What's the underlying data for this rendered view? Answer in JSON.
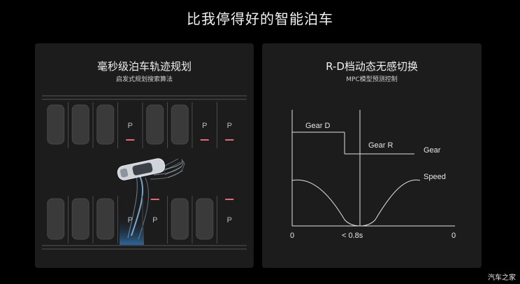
{
  "page": {
    "title": "比我停得好的智能泊车"
  },
  "left_panel": {
    "title": "毫秒级泊车轨迹规划",
    "subtitle": "启发式规划搜索算法",
    "top_row": [
      "car",
      "car",
      "car",
      "P",
      "car",
      "car",
      "P",
      "P"
    ],
    "bottom_row": [
      "car",
      "car",
      "car",
      "target",
      "P",
      "car",
      "car",
      "P"
    ],
    "parking_marker": "P",
    "colors": {
      "marker": "#e06a7a",
      "target": "#2e6fa8",
      "trajectory": "#7fb6e6"
    }
  },
  "right_panel": {
    "title": "R-D档动态无感切换",
    "subtitle": "MPC模型预测控制",
    "gear_d_label": "Gear D",
    "gear_r_label": "Gear R",
    "gear_series_label": "Gear",
    "speed_series_label": "Speed",
    "x_left_label": "0",
    "x_mid_label": "< 0.8s",
    "x_right_label": "0"
  },
  "watermark": "汽车之家"
}
